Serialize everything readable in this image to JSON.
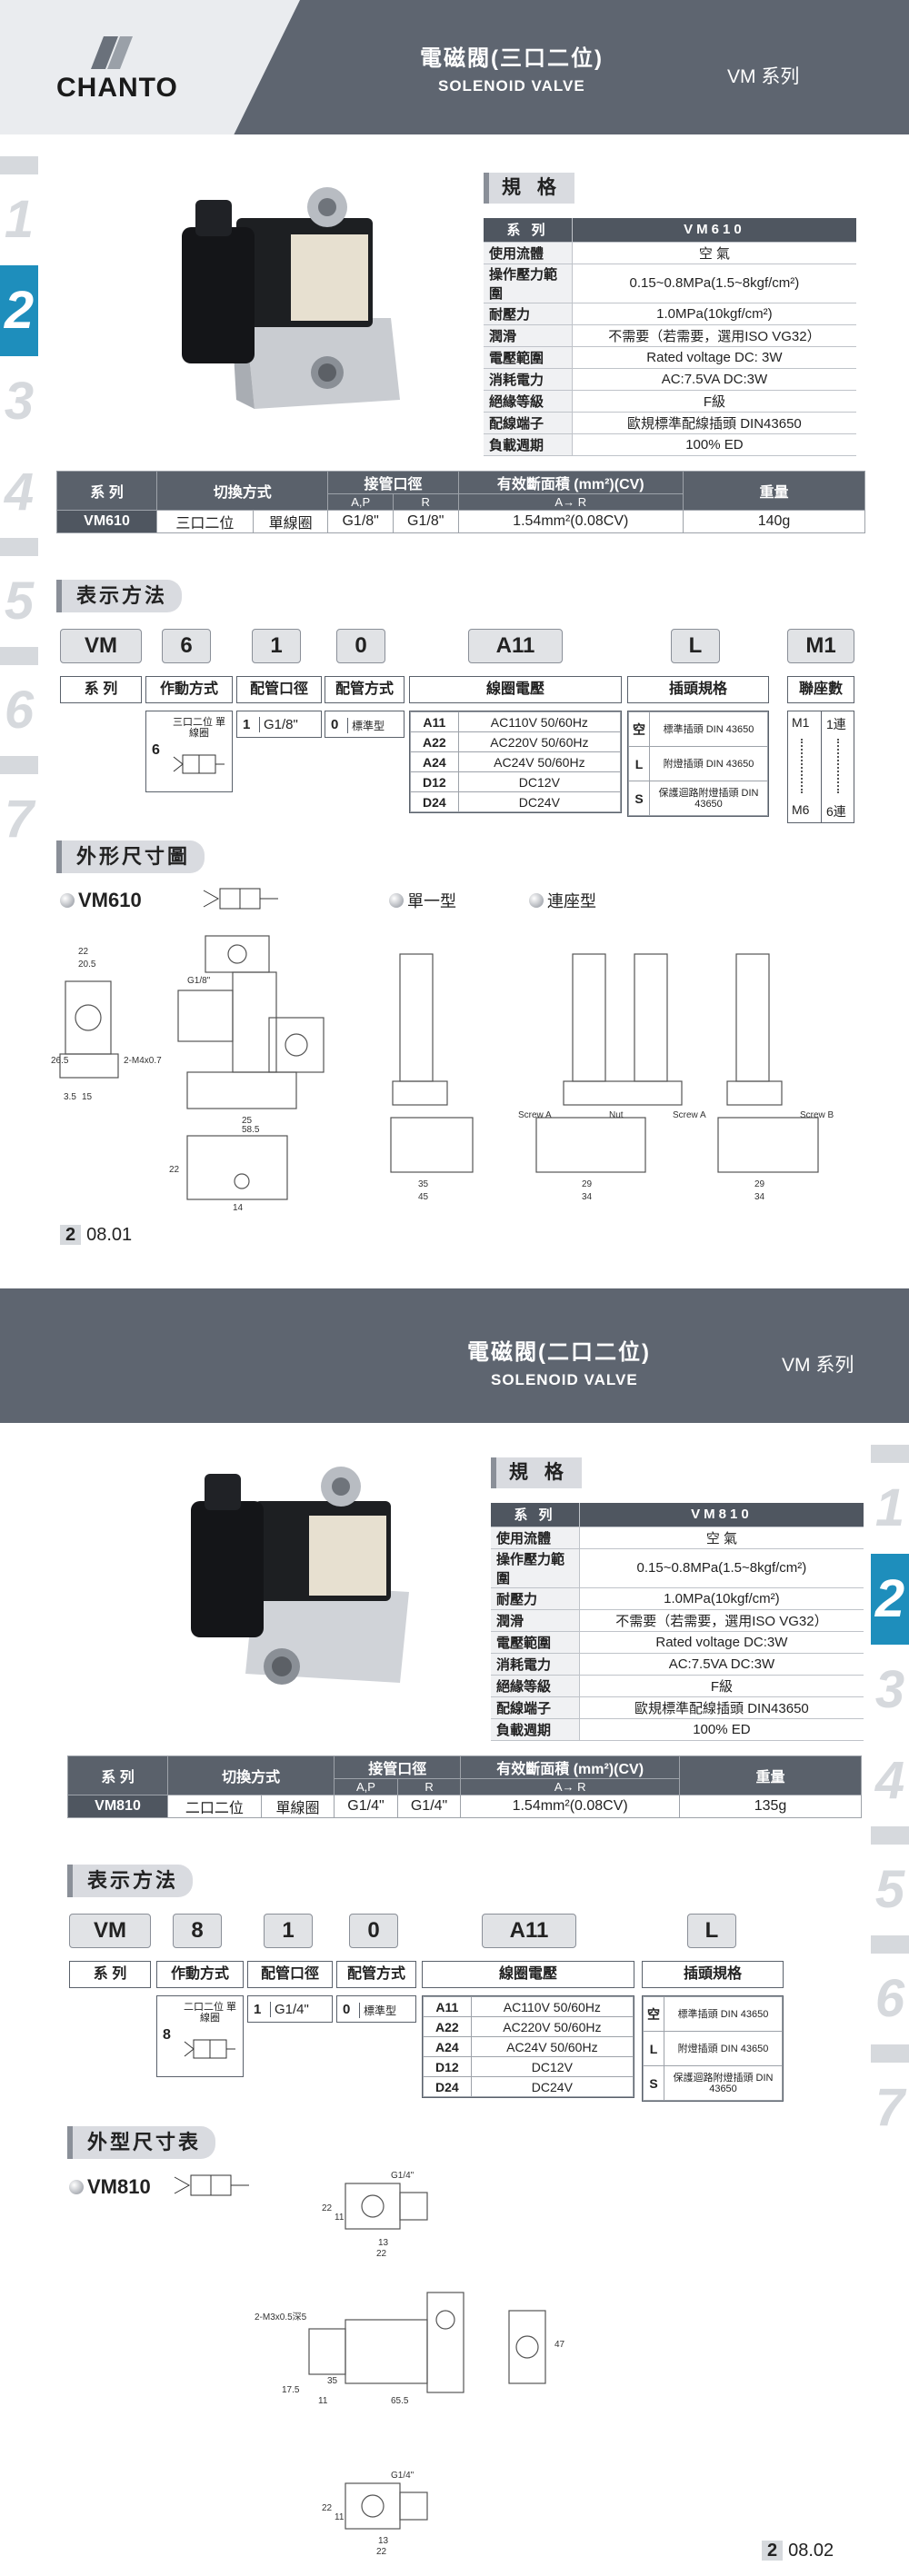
{
  "brand": {
    "name": "CHANTO"
  },
  "page1": {
    "header": {
      "title": "電磁閥(三口二位)",
      "subtitle": "SOLENOID VALVE",
      "series": "VM 系列"
    },
    "tabs": [
      "1",
      "2",
      "3",
      "4",
      "5",
      "6",
      "7"
    ],
    "spec_title": "規 格",
    "spec": {
      "head": [
        "系 列",
        "VM610"
      ],
      "rows": [
        [
          "使用流體",
          "空 氣"
        ],
        [
          "操作壓力範圍",
          "0.15~0.8MPa(1.5~8kgf/cm²)"
        ],
        [
          "耐壓力",
          "1.0MPa(10kgf/cm²)"
        ],
        [
          "潤滑",
          "不需要（若需要，選用ISO VG32）"
        ],
        [
          "電壓範圍",
          "Rated voltage DC: 3W"
        ],
        [
          "消耗電力",
          "AC:7.5VA  DC:3W"
        ],
        [
          "絕緣等級",
          "F級"
        ],
        [
          "配線端子",
          "歐規標準配線插頭  DIN43650"
        ],
        [
          "負載週期",
          "100% ED"
        ]
      ]
    },
    "main": {
      "h_series": "系 列",
      "h_switch": "切換方式",
      "h_port": "接管口徑",
      "h_area": "有效斷面積 (mm²)(CV)",
      "h_weight": "重量",
      "h_ap": "A,P",
      "h_r": "R",
      "h_ar": "A→ R",
      "row": [
        "VM610",
        "三口二位",
        "單線圈",
        "G1/8\"",
        "G1/8\"",
        "1.54mm²(0.08CV)",
        "140g"
      ]
    },
    "order_title": "表示方法",
    "codes": [
      "VM",
      "6",
      "1",
      "0",
      "A11",
      "L",
      "M1"
    ],
    "labels": [
      "系 列",
      "作動方式",
      "配管口徑",
      "配管方式",
      "線圈電壓",
      "插頭規格",
      "聯座數"
    ],
    "opt_action": {
      "num": "6",
      "text": "三口二位 單線圈"
    },
    "opt_port": {
      "num": "1",
      "text": "G1/8\""
    },
    "opt_pipe": {
      "num": "0",
      "text": "標準型"
    },
    "voltages": [
      [
        "A11",
        "AC110V 50/60Hz"
      ],
      [
        "A22",
        "AC220V 50/60Hz"
      ],
      [
        "A24",
        "AC24V 50/60Hz"
      ],
      [
        "D12",
        "DC12V"
      ],
      [
        "D24",
        "DC24V"
      ]
    ],
    "plugs": [
      [
        "空",
        "標準插頭 DIN 43650"
      ],
      [
        "L",
        "附燈插頭 DIN 43650"
      ],
      [
        "S",
        "保護迴路附燈插頭 DIN 43650"
      ]
    ],
    "stations": [
      [
        "M1",
        "1連"
      ],
      [
        "M6",
        "6連"
      ]
    ],
    "dim_title": "外形尺寸圖",
    "model": "VM610",
    "single": "單一型",
    "manifold": "連座型",
    "dims": {
      "d22": "22",
      "d205": "20.5",
      "d265": "26.5",
      "d15": "15",
      "d35": "3.5",
      "m3": "2-M4x0.7",
      "g18": "G1/8\"",
      "d25": "25",
      "d585": "58.5",
      "d14": "14",
      "d22b": "22",
      "screwA": "Screw A",
      "nut": "Nut",
      "screwB": "Screw B",
      "d35b": "35",
      "d45": "45",
      "d29": "29",
      "d34": "34"
    },
    "page_num": {
      "chap": "2",
      "num": "08.01"
    }
  },
  "page2": {
    "header": {
      "title": "電磁閥(二口二位)",
      "subtitle": "SOLENOID VALVE",
      "series": "VM 系列"
    },
    "spec_title": "規 格",
    "spec": {
      "head": [
        "系 列",
        "VM810"
      ],
      "rows": [
        [
          "使用流體",
          "空 氣"
        ],
        [
          "操作壓力範圍",
          "0.15~0.8MPa(1.5~8kgf/cm²)"
        ],
        [
          "耐壓力",
          "1.0MPa(10kgf/cm²)"
        ],
        [
          "潤滑",
          "不需要（若需要，選用ISO VG32）"
        ],
        [
          "電壓範圍",
          "Rated voltage DC:3W"
        ],
        [
          "消耗電力",
          "AC:7.5VA  DC:3W"
        ],
        [
          "絕緣等級",
          "F級"
        ],
        [
          "配線端子",
          "歐規標準配線插頭  DIN43650"
        ],
        [
          "負載週期",
          "100% ED"
        ]
      ]
    },
    "main": {
      "h_series": "系 列",
      "h_switch": "切換方式",
      "h_port": "接管口徑",
      "h_area": "有效斷面積 (mm²)(CV)",
      "h_weight": "重量",
      "h_ap": "A,P",
      "h_r": "R",
      "h_ar": "A→ R",
      "row": [
        "VM810",
        "二口二位",
        "單線圈",
        "G1/4\"",
        "G1/4\"",
        "1.54mm²(0.08CV)",
        "135g"
      ]
    },
    "order_title": "表示方法",
    "codes": [
      "VM",
      "8",
      "1",
      "0",
      "A11",
      "L"
    ],
    "labels": [
      "系 列",
      "作動方式",
      "配管口徑",
      "配管方式",
      "線圈電壓",
      "插頭規格"
    ],
    "opt_action": {
      "num": "8",
      "text": "二口二位 單線圈"
    },
    "opt_port": {
      "num": "1",
      "text": "G1/4\""
    },
    "opt_pipe": {
      "num": "0",
      "text": "標準型"
    },
    "voltages": [
      [
        "A11",
        "AC110V 50/60Hz"
      ],
      [
        "A22",
        "AC220V 50/60Hz"
      ],
      [
        "A24",
        "AC24V 50/60Hz"
      ],
      [
        "D12",
        "DC12V"
      ],
      [
        "D24",
        "DC24V"
      ]
    ],
    "plugs": [
      [
        "空",
        "標準插頭 DIN 43650"
      ],
      [
        "L",
        "附燈插頭 DIN 43650"
      ],
      [
        "S",
        "保護迴路附燈插頭 DIN 43650"
      ]
    ],
    "dim_title": "外型尺寸表",
    "model": "VM810",
    "dims": {
      "g14": "G1/4\"",
      "d22": "22",
      "d11": "11",
      "d13": "13",
      "d22b": "22",
      "m3": "2-M3x0.5深5",
      "d175": "17.5",
      "d35": "35",
      "d11b": "11",
      "d655": "65.5",
      "d47": "47"
    },
    "page_num": {
      "chap": "2",
      "num": "08.02"
    }
  }
}
